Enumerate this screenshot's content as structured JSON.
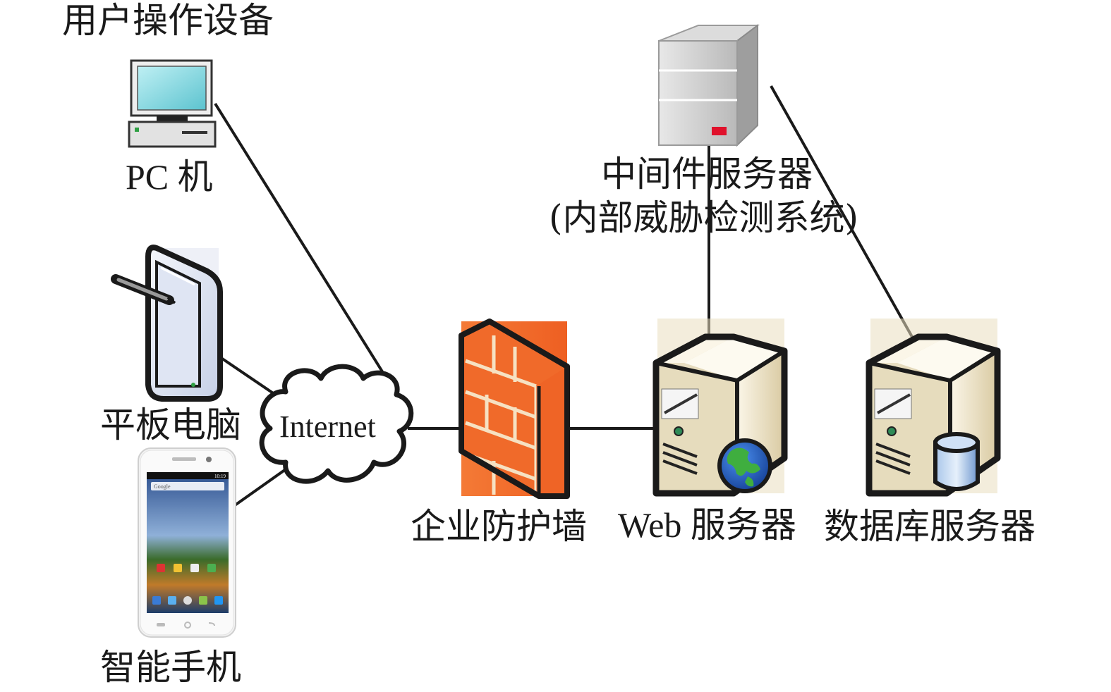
{
  "title": "用户操作设备",
  "devices": {
    "pc": "PC 机",
    "tablet": "平板电脑",
    "phone": "智能手机"
  },
  "internet": "Internet",
  "firewall": "企业防护墙",
  "middleware": {
    "line1": "中间件服务器",
    "line2": "(内部威胁检测系统)"
  },
  "web_server": "Web 服务器",
  "db_server": "数据库服务器",
  "phone_screen": {
    "search_text": "Google",
    "status_time": "10:19"
  },
  "colors": {
    "firewall_orange": "#f06a2a",
    "server_beige": "#d8cba3",
    "middleware_gray": "#c8c8c8",
    "pc_screen_cyan": "#7fd6e0",
    "globe_blue": "#1e5fbf",
    "db_blue": "#7fa6d8"
  }
}
